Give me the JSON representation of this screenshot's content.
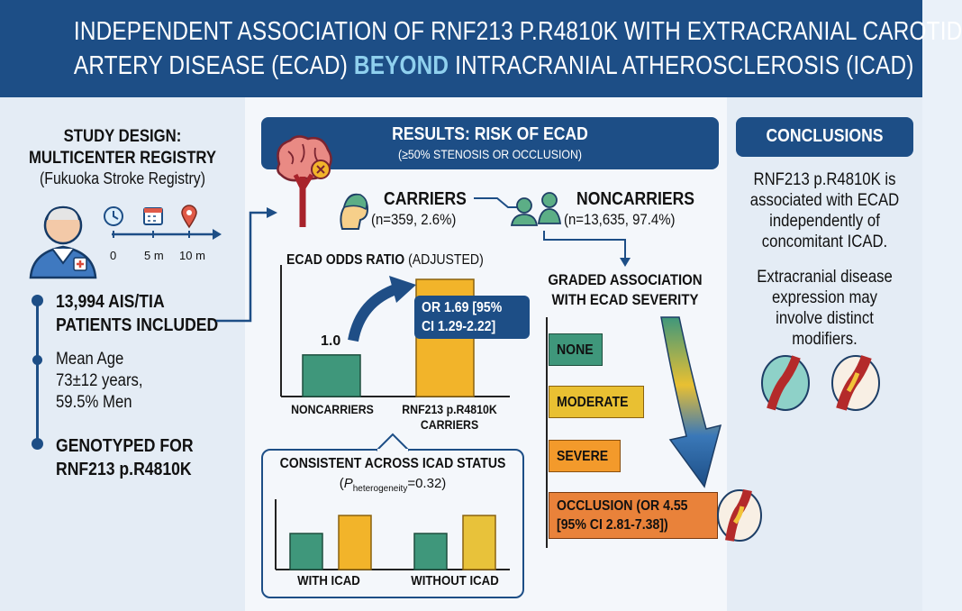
{
  "header": {
    "line1": "INDEPENDENT ASSOCIATION OF RNF213 p.R4810K WITH EXTRACRANIAL CAROTID",
    "line2_pre": "ARTERY DISEASE (ECAD)",
    "line2_hl": "BEYOND",
    "line2_post": "INTRACRANIAL ATHEROSCLEROSIS (ICAD)"
  },
  "study": {
    "title1": "STUDY DESIGN:",
    "title2": "MULTICENTER REGISTRY",
    "subtitle": "(Fukuoka Stroke Registry)",
    "timeline": [
      "0",
      "5 m",
      "10 m"
    ],
    "points": [
      {
        "bold": "13,994 AIS/TIA",
        "bold2": "PATIENTS INCLUDED"
      },
      {
        "l1": "Mean Age",
        "l2": "73±12 years,",
        "l3": "59.5% Men"
      },
      {
        "bold": "GENOTYPED FOR",
        "bold2": "RNF213 p.R4810K"
      }
    ]
  },
  "results": {
    "title": "RESULTS: RISK OF ECAD",
    "subtitle": "(≥50% STENOSIS OR OCCLUSION)",
    "carriers_label": "CARRIERS",
    "carriers_n": "(n=359, 2.6%)",
    "noncarriers_label": "NONCARRIERS",
    "noncarriers_n": "(n=13,635, 97.4%)"
  },
  "odds": {
    "title": "ECAD ODDS RATIO",
    "title_suffix": "(ADJUSTED)",
    "or_label1": "OR 1.69 [95%",
    "or_label2": "CI 1.29-2.22]"
  },
  "consistent": {
    "title": "CONSISTENT ACROSS ICAD STATUS",
    "p_open": "(",
    "p_letter": "P",
    "p_sub": "heterogeneity",
    "p_close": "=0.32)"
  },
  "graded": {
    "title1": "GRADED ASSOCIATION",
    "title2": "WITH ECAD SEVERITY",
    "levels": [
      {
        "label": "NONE",
        "color": "#3f977b"
      },
      {
        "label": "MODERATE",
        "color": "#e9c032"
      },
      {
        "label": "SEVERE",
        "color": "#f39a2b"
      },
      {
        "label": "OCCLUSION (OR 4.55",
        "label2": "[95% CI 2.81-7.38])",
        "color": "#e9823a"
      }
    ]
  },
  "conclusions": {
    "title": "CONCLUSIONS",
    "p1": [
      "RNF213 p.R4810K is",
      "associated with ECAD",
      "independently of",
      "concomitant ICAD."
    ],
    "p2": [
      "Extracranial disease",
      "expression may",
      "involve distinct",
      "modifiers."
    ]
  },
  "chart_data": [
    {
      "type": "bar",
      "title": "ECAD ODDS RATIO (ADJUSTED)",
      "categories": [
        "NONCARRIERS",
        "RNF213 p.R4810K CARRIERS"
      ],
      "values": [
        1.0,
        1.69
      ],
      "value_labels": [
        "1.0",
        ""
      ],
      "ylim": [
        0,
        2
      ],
      "colors": [
        "#3f977b",
        "#f2b42a"
      ]
    },
    {
      "type": "bar",
      "title": "CONSISTENT ACROSS ICAD STATUS",
      "categories": [
        "WITH ICAD",
        "WITHOUT ICAD"
      ],
      "series": [
        {
          "values": [
            1.0,
            1.0
          ]
        },
        {
          "values": [
            1.69,
            1.69
          ]
        }
      ],
      "ylim": [
        0,
        2
      ],
      "colors": [
        "#3f977b",
        "#f2b42a"
      ]
    }
  ]
}
